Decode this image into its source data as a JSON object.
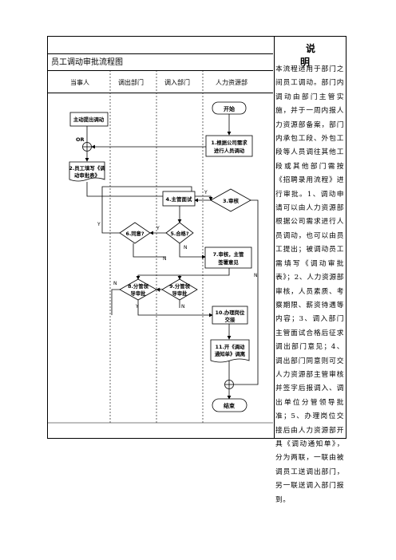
{
  "chart_title": "员工调动审批流程图",
  "lanes": [
    "当事人",
    "调出部门",
    "调入部门",
    "人力资源部"
  ],
  "description": {
    "heading": "说　明",
    "text": "本流程适用于部门之间员工调动。部门内调动由部门主管实施，并于一周内报人力资源部备案，部门内承包工段、外包工段等人员调往其他工段或其他部门需按《招聘录用流程》进行审批。1、调动申请可以由人力资源部根据公司需求进行人员调动，也可以由员工提出；被调动员工需填写《调动审批表》；2、人力资源部审核，人员素质、考察期限、薪资待遇等内容；3、调入部门主管面试合格后征求调出部门意见；4、调出部门同意则可交人力资源部主管审核并签字后报调入、调出单位分管领导批准；5、办理岗位交接后由人力资源部开具《调动通知单》，分为两联，一联由被调员工送调出部门，另一联送调入部门报到。"
  },
  "nodes": {
    "start": "开始",
    "active_transfer": "主动提出调动",
    "or_label": "OR",
    "n1_line1": "1.根据公司需求",
    "n1_line2": "进行人员调动",
    "n2_line1": "2.员工填写《调",
    "n2_line2": "动审批表》",
    "n3": "3.审核",
    "n4": "4.主管面试",
    "n5": "5.合格?",
    "n6": "6.同意?",
    "n7_line1": "7.审核，主管",
    "n7_line2": "签署意见",
    "n8_line1": "8.分管领",
    "n8_line2": "导审批",
    "n9_line1": "9.分管领",
    "n9_line2": "导审批",
    "n10_line1": "10.办理岗位",
    "n10_line2": "交接",
    "n11_line1": "11.开《调动",
    "n11_line2": "通知单》调离",
    "end": "结束"
  },
  "edge_labels": {
    "y": "Y",
    "n": "N"
  }
}
